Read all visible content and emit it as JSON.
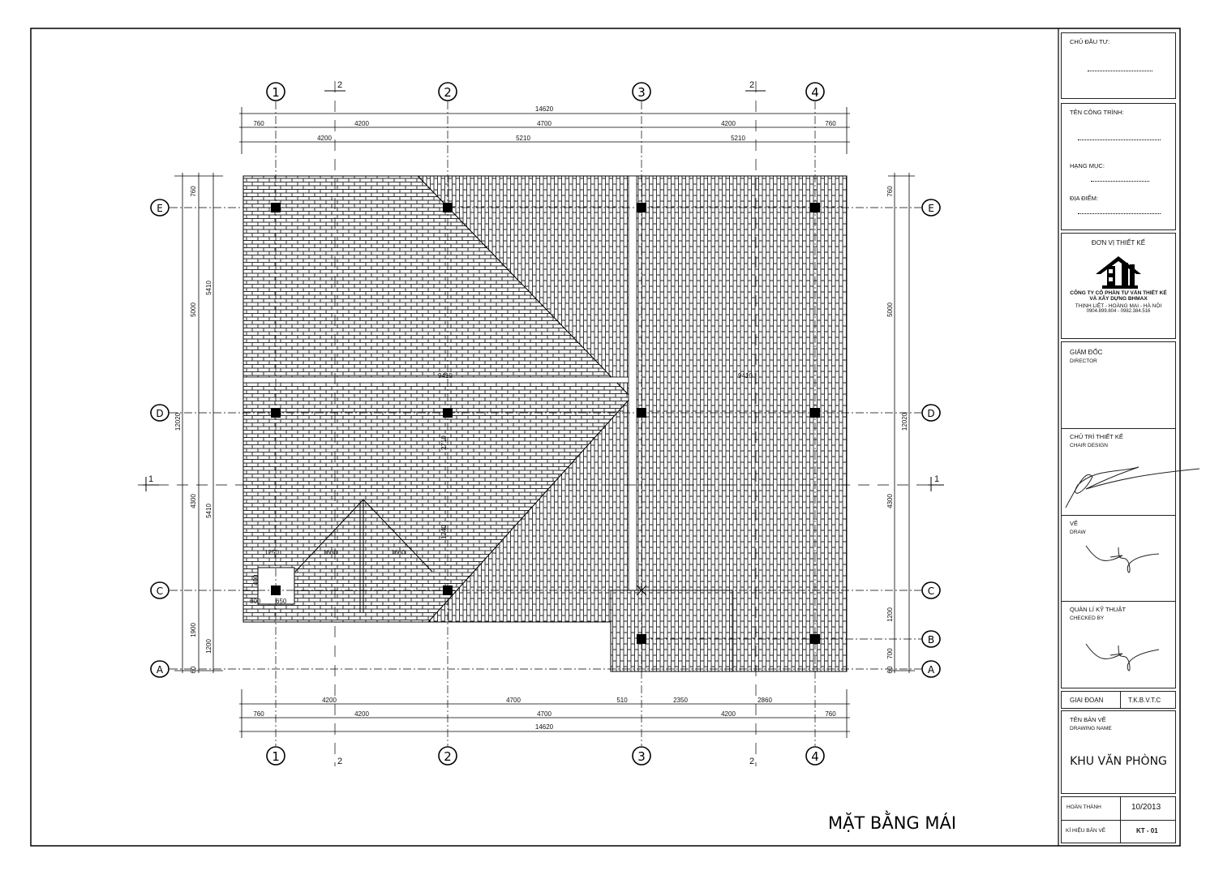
{
  "drawing_title": "MẶT BẰNG MÁI",
  "grid": {
    "columns": [
      "1",
      "2",
      "3",
      "4"
    ],
    "rows": [
      "E",
      "D",
      "C",
      "B",
      "A"
    ],
    "section_a": "1",
    "section_b": "2"
  },
  "dims": {
    "top_total": "14620",
    "top_axes": [
      "760",
      "4200",
      "4700",
      "4200",
      "760"
    ],
    "top_roof": [
      "4200",
      "5210",
      "5210"
    ],
    "bottom_roof": [
      "4200",
      "4700",
      "510",
      "2350",
      "2860"
    ],
    "bottom_axes": [
      "760",
      "4200",
      "4700",
      "4200",
      "760"
    ],
    "bottom_total": "14620",
    "left_axes": [
      "760",
      "5000",
      "4300",
      "1900",
      "60"
    ],
    "left_roof": [
      "5410",
      "5410",
      "1200"
    ],
    "left_total": "12020",
    "right_axes": [
      "760",
      "5000",
      "4300",
      "1200",
      "700",
      "60"
    ],
    "right_total": "12020",
    "inner": [
      "9410",
      "2710",
      "1740",
      "1250",
      "1660",
      "1660",
      "400",
      "650",
      "600"
    ]
  },
  "title_block": {
    "owner_label": "CHỦ ĐẦU TƯ:",
    "project_label": "TÊN CÔNG TRÌNH:",
    "item_label": "HẠNG MỤC:",
    "location_label": "ĐỊA ĐIỂM:",
    "designer_label": "ĐƠN VỊ THIẾT KẾ",
    "company_line1": "CÔNG TY CỔ PHẦN TƯ VẤN THIẾT KẾ",
    "company_line2": "VÀ XÂY DỰNG BHMAX",
    "company_address": "THỊNH LIỆT - HOÀNG MAI - HÀ NỘI",
    "company_phone": "0904.899.804 - 0982.384.516",
    "director_vi": "GIÁM ĐỐC",
    "director_en": "DIRECTOR",
    "chair_vi": "CHỦ TRÌ THIẾT KẾ",
    "chair_en": "CHAIR DESIGN",
    "draw_vi": "VẼ",
    "draw_en": "DRAW",
    "checked_vi": "QUẢN LÍ KỸ THUẬT",
    "checked_en": "CHECKED BY",
    "stage_label": "GIAI ĐOẠN",
    "stage_value": "T.K.B.V.T.C",
    "name_vi": "TÊN BẢN VẼ",
    "name_en": "DRAWING NAME",
    "drawing_name": "KHU VĂN PHÒNG",
    "complete_label": "HOÀN THÀNH",
    "complete_value": "10/2013",
    "code_label": "KÍ HIỆU BẢN VẼ",
    "code_value": "KT - 01"
  }
}
